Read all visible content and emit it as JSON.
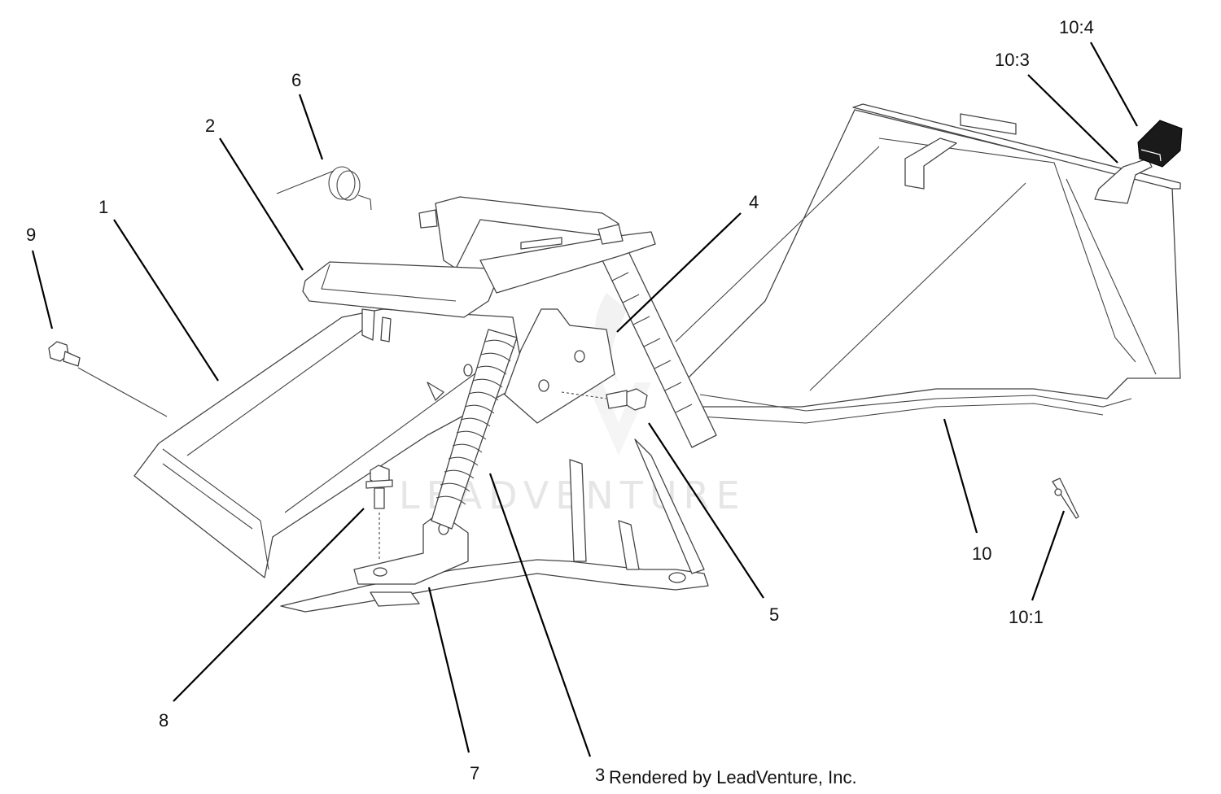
{
  "diagram": {
    "callouts": [
      {
        "id": "c1",
        "label": "1"
      },
      {
        "id": "c2",
        "label": "2"
      },
      {
        "id": "c3",
        "label": "3"
      },
      {
        "id": "c4",
        "label": "4"
      },
      {
        "id": "c5",
        "label": "5"
      },
      {
        "id": "c6",
        "label": "6"
      },
      {
        "id": "c7",
        "label": "7"
      },
      {
        "id": "c8",
        "label": "8"
      },
      {
        "id": "c9",
        "label": "9"
      },
      {
        "id": "c10",
        "label": "10"
      },
      {
        "id": "c10_1",
        "label": "10:1"
      },
      {
        "id": "c10_3",
        "label": "10:3"
      },
      {
        "id": "c10_4",
        "label": "10:4"
      }
    ],
    "watermark": "LEADVENTURE",
    "credit": "Rendered by LeadVenture, Inc.",
    "colors": {
      "line": "#444444",
      "leader": "#000000",
      "watermark": "#e6e6e6",
      "handle": "#1a1a1a"
    }
  }
}
